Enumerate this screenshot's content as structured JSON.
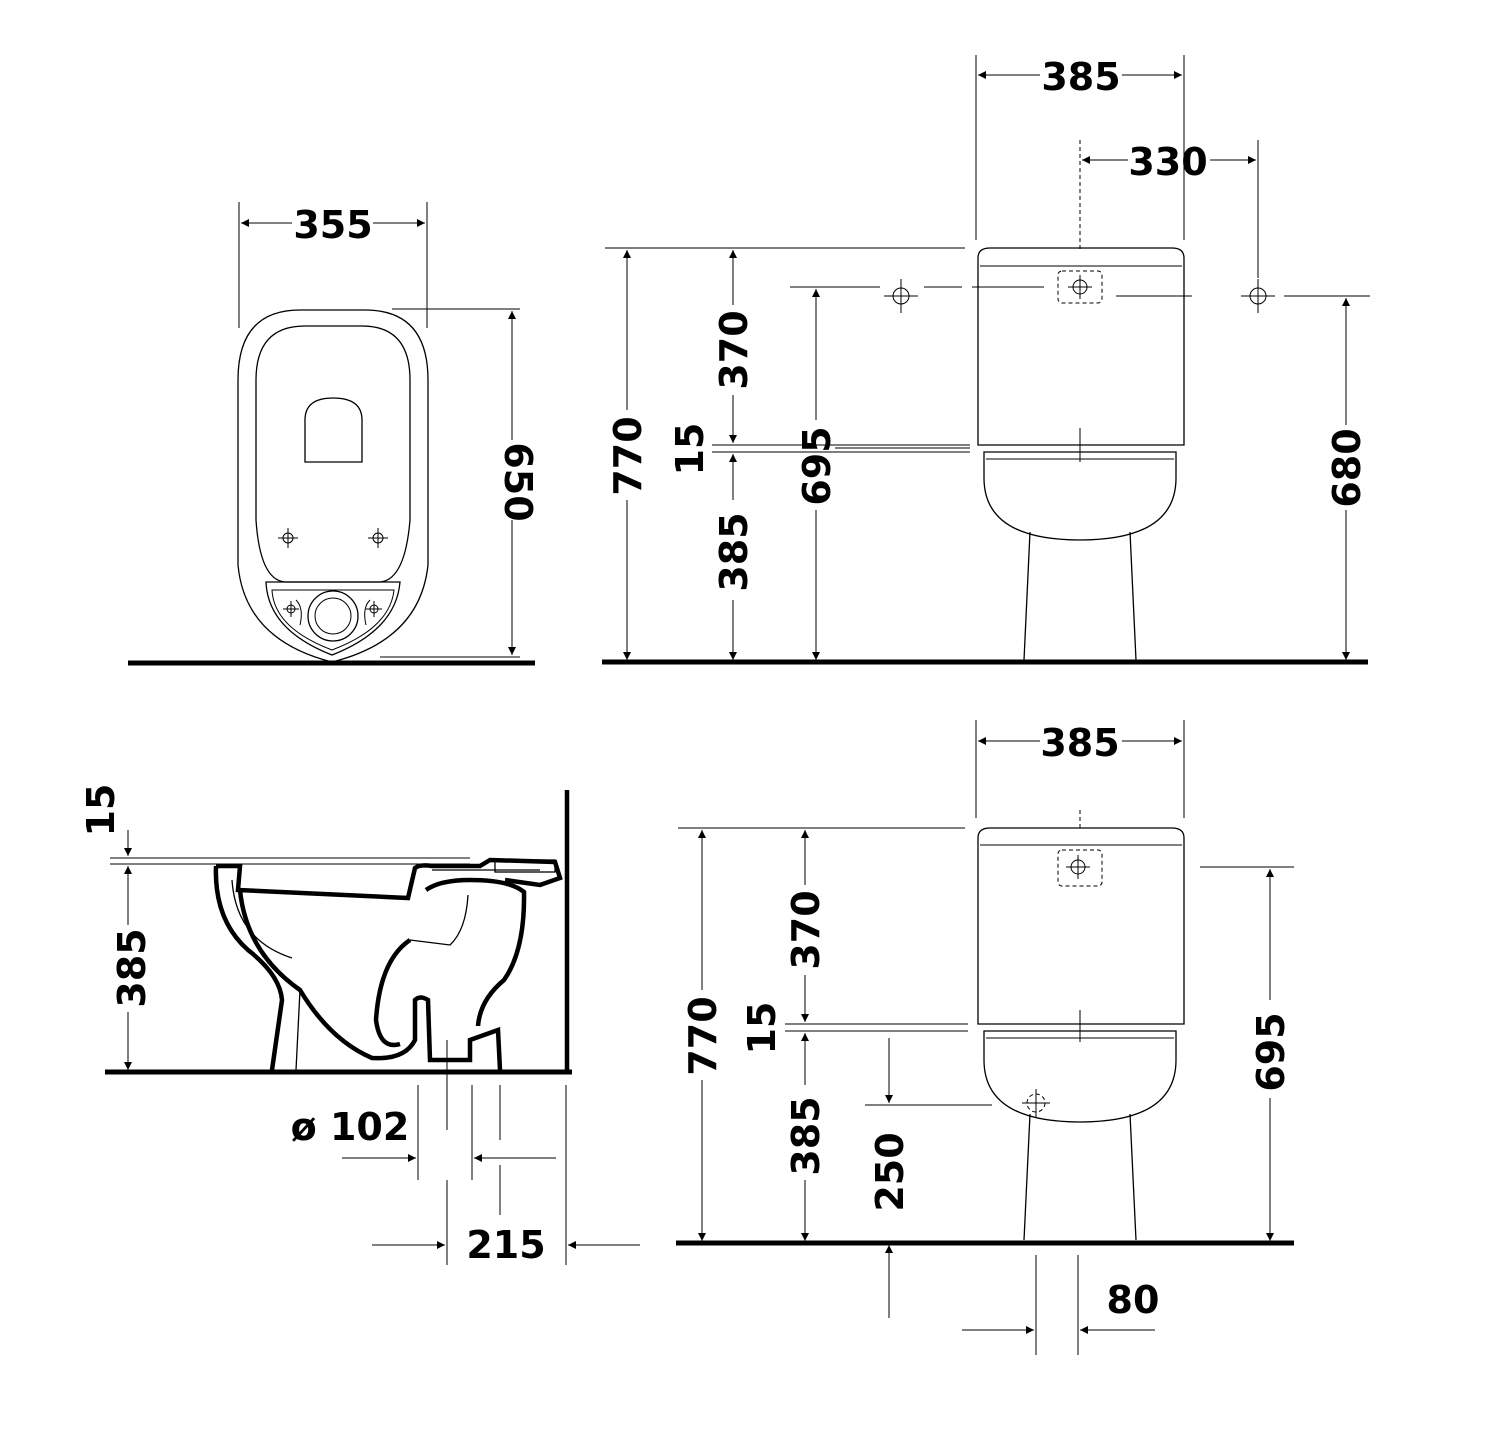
{
  "colors": {
    "line": "#000000",
    "background": "#ffffff"
  },
  "views": {
    "top": {
      "width": "355",
      "depth": "650"
    },
    "front": {
      "width": "385",
      "fixing_spacing": "330",
      "total_height": "770",
      "cistern_height": "370",
      "gap": "15",
      "bowl_height": "385",
      "inlet_height": "695",
      "fixing_height": "680"
    },
    "side": {
      "gap": "15",
      "bowl_height": "385",
      "outlet_diameter": "ø 102",
      "outlet_distance": "215"
    },
    "rear": {
      "width": "385",
      "total_height": "770",
      "cistern_height": "370",
      "gap": "15",
      "bowl_height": "385",
      "supply_height": "250",
      "inlet_height": "695",
      "supply_offset": "80"
    }
  }
}
